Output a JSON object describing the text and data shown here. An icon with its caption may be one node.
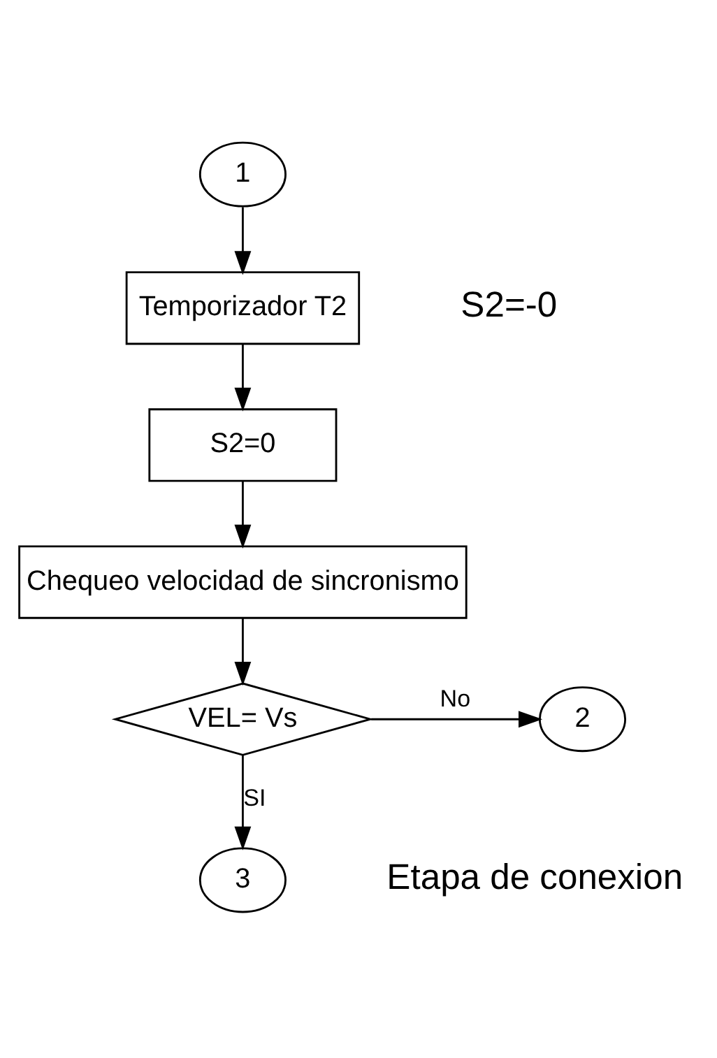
{
  "diagram": {
    "nodes": [
      {
        "text": [
          "1"
        ]
      },
      {
        "text": [
          "Temporizador T2"
        ]
      },
      {
        "text": [
          "S2=0"
        ]
      },
      {
        "text": [
          "Chequeo velocidad de sincronismo"
        ]
      },
      {
        "text": [
          "VEL= Vs"
        ]
      },
      {
        "text": [
          "2"
        ]
      },
      {
        "text": [
          "3"
        ]
      }
    ],
    "edges": [
      {
        "from": 0,
        "to": 1,
        "arrow": "to"
      },
      {
        "from": 1,
        "to": 2,
        "arrow": "to"
      },
      {
        "from": 2,
        "to": 3,
        "arrow": "to"
      },
      {
        "from": 3,
        "to": 4,
        "arrow": "to"
      },
      {
        "from": 4,
        "to": 5,
        "arrow": "to",
        "label": "No"
      },
      {
        "from": 4,
        "to": 6,
        "arrow": "to",
        "label": "SI"
      }
    ],
    "labels": [
      "S2=-0",
      "Etapa de conexion"
    ]
  }
}
